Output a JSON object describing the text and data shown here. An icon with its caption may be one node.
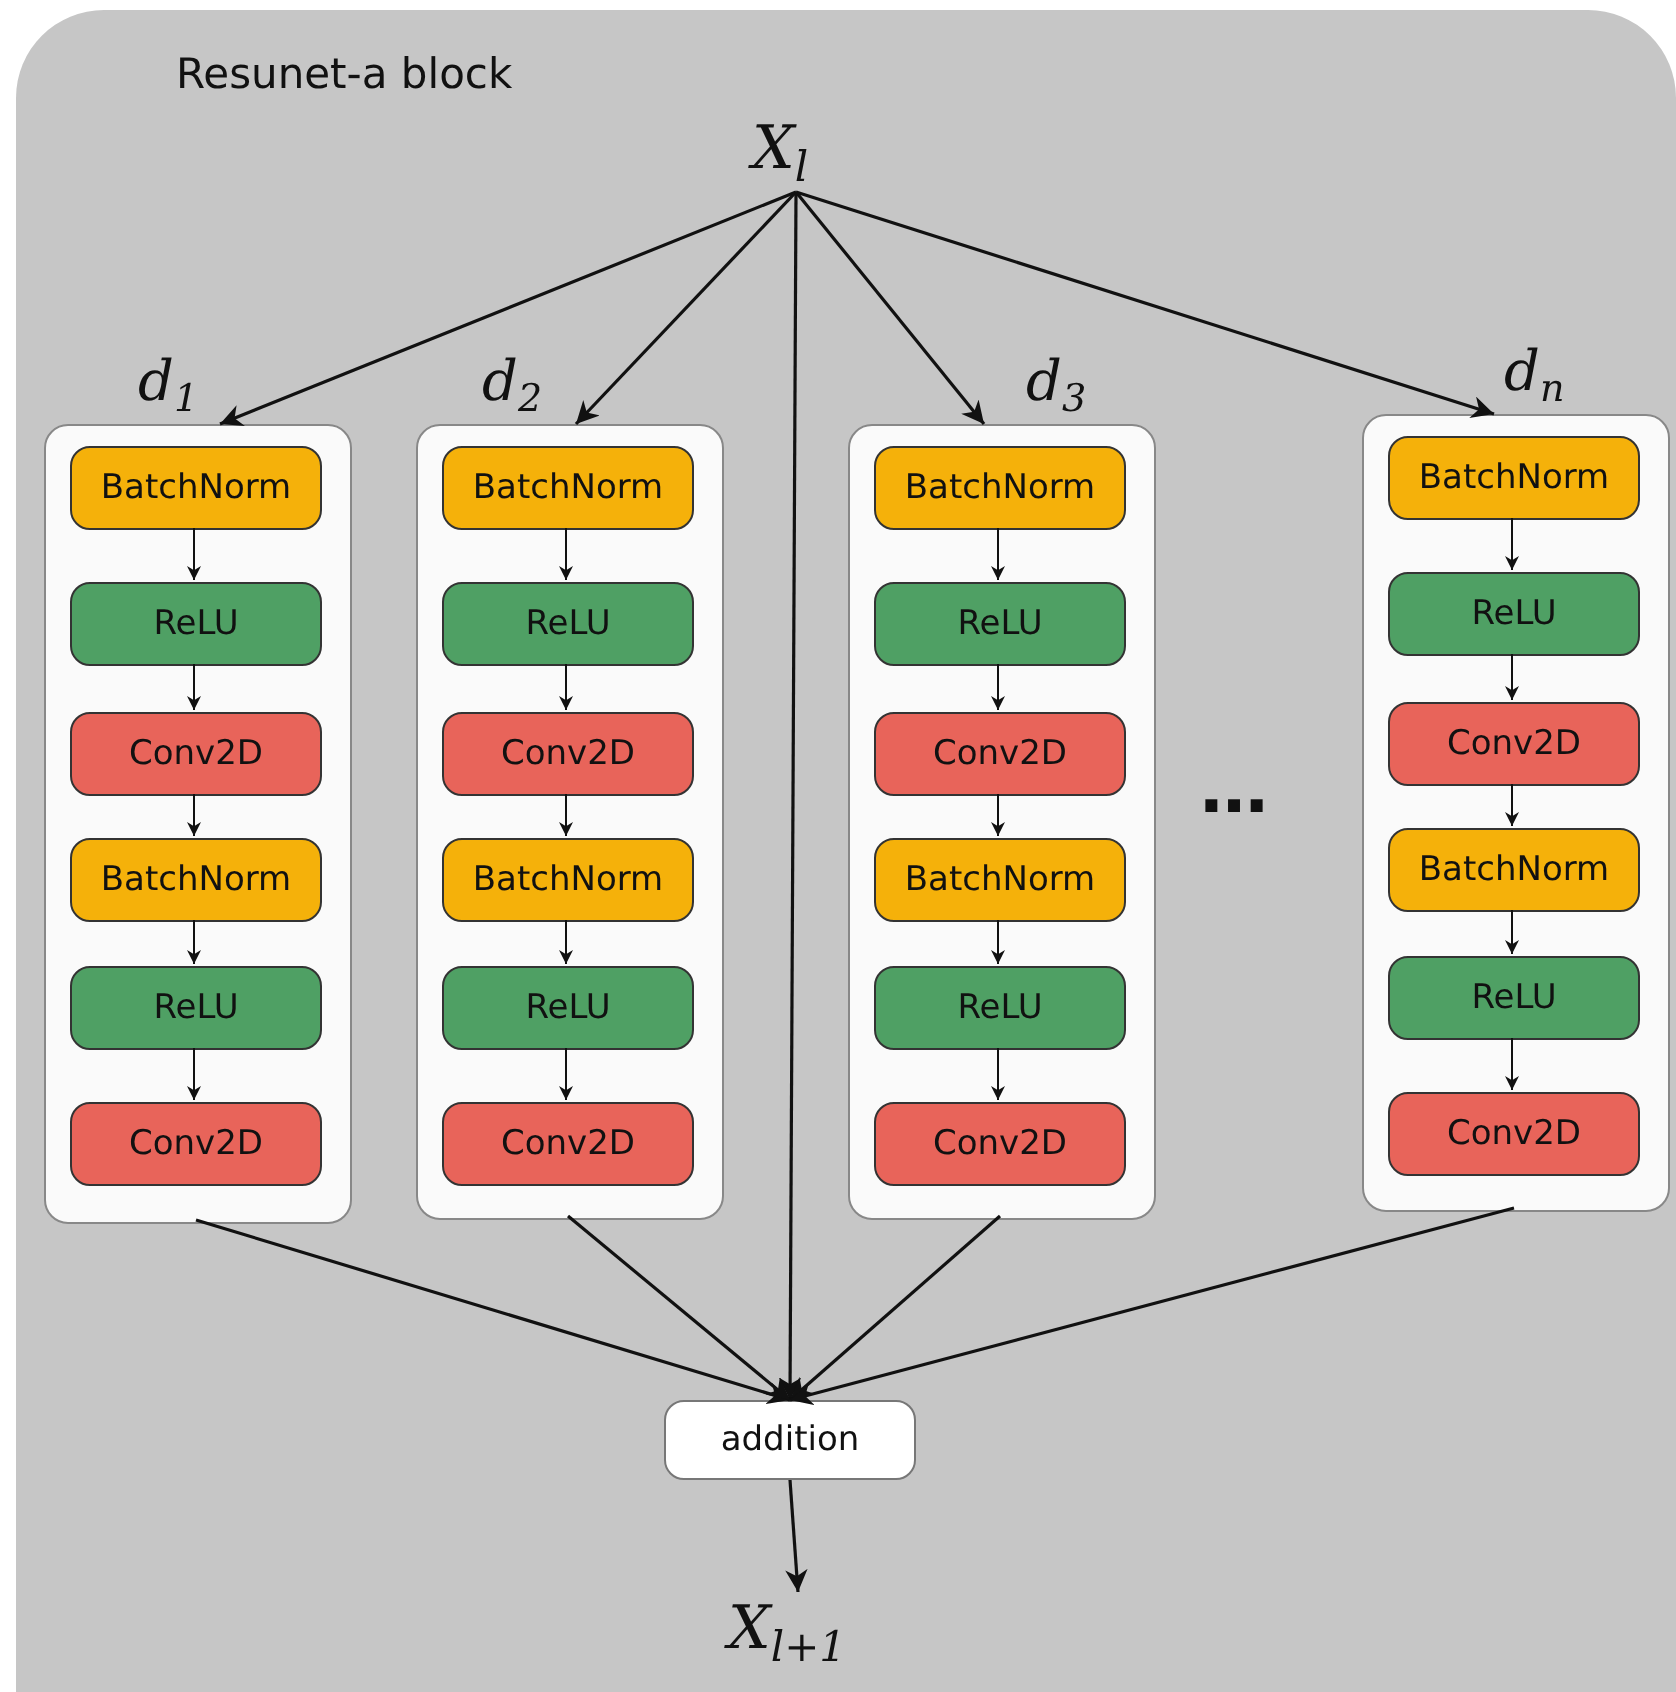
{
  "diagram": {
    "nodes": [
      {
        "text": [
          "Resunet-a block"
        ]
      },
      {
        "text": [
          "X$_{l}$"
        ],
        "in": 0
      },
      {
        "text": [
          "d$_{1}$"
        ],
        "in": 0
      },
      {
        "text": [
          "BatchNorm"
        ],
        "in": 2
      },
      {
        "text": [
          "ReLU"
        ],
        "in": 2
      },
      {
        "text": [
          "Conv2D"
        ],
        "in": 2
      },
      {
        "text": [
          "BatchNorm"
        ],
        "in": 2
      },
      {
        "text": [
          "ReLU"
        ],
        "in": 2
      },
      {
        "text": [
          "Conv2D"
        ],
        "in": 2
      },
      {
        "text": [
          "d$_{2}$"
        ],
        "in": 0
      },
      {
        "text": [
          "BatchNorm"
        ],
        "in": 9
      },
      {
        "text": [
          "ReLU"
        ],
        "in": 9
      },
      {
        "text": [
          "Conv2D"
        ],
        "in": 9
      },
      {
        "text": [
          "BatchNorm"
        ],
        "in": 9
      },
      {
        "text": [
          "ReLU"
        ],
        "in": 9
      },
      {
        "text": [
          "Conv2D"
        ],
        "in": 9
      },
      {
        "text": [
          "d$_{3}$"
        ],
        "in": 0
      },
      {
        "text": [
          "BatchNorm"
        ],
        "in": 16
      },
      {
        "text": [
          "ReLU"
        ],
        "in": 16
      },
      {
        "text": [
          "Conv2D"
        ],
        "in": 16
      },
      {
        "text": [
          "BatchNorm"
        ],
        "in": 16
      },
      {
        "text": [
          "ReLU"
        ],
        "in": 16
      },
      {
        "text": [
          "Conv2D"
        ],
        "in": 16
      },
      {
        "text": [
          "d$_{n}$"
        ],
        "in": 0
      },
      {
        "text": [
          "BatchNorm"
        ],
        "in": 23
      },
      {
        "text": [
          "ReLU"
        ],
        "in": 23
      },
      {
        "text": [
          "Conv2D"
        ],
        "in": 23
      },
      {
        "text": [
          "BatchNorm"
        ],
        "in": 23
      },
      {
        "text": [
          "ReLU"
        ],
        "in": 23
      },
      {
        "text": [
          "Conv2D"
        ],
        "in": 23
      },
      {
        "text": [
          "addition"
        ],
        "in": 0
      },
      {
        "text": [
          "X$_{l+1}$"
        ],
        "in": 0
      }
    ],
    "edges": [
      {
        "from": 1,
        "to": 2,
        "arrow": "to"
      },
      {
        "from": 1,
        "to": 9,
        "arrow": "to"
      },
      {
        "from": 1,
        "to": 30,
        "arrow": "to"
      },
      {
        "from": 1,
        "to": 16,
        "arrow": "to"
      },
      {
        "from": 1,
        "to": 23,
        "arrow": "to"
      },
      {
        "from": 3,
        "to": 4,
        "arrow": "to"
      },
      {
        "from": 4,
        "to": 5,
        "arrow": "to"
      },
      {
        "from": 5,
        "to": 6,
        "arrow": "to"
      },
      {
        "from": 6,
        "to": 7,
        "arrow": "to"
      },
      {
        "from": 7,
        "to": 8,
        "arrow": "to"
      },
      {
        "from": 10,
        "to": 11,
        "arrow": "to"
      },
      {
        "from": 11,
        "to": 12,
        "arrow": "to"
      },
      {
        "from": 12,
        "to": 13,
        "arrow": "to"
      },
      {
        "from": 13,
        "to": 14,
        "arrow": "to"
      },
      {
        "from": 14,
        "to": 15,
        "arrow": "to"
      },
      {
        "from": 17,
        "to": 18,
        "arrow": "to"
      },
      {
        "from": 18,
        "to": 19,
        "arrow": "to"
      },
      {
        "from": 19,
        "to": 20,
        "arrow": "to"
      },
      {
        "from": 20,
        "to": 21,
        "arrow": "to"
      },
      {
        "from": 21,
        "to": 22,
        "arrow": "to"
      },
      {
        "from": 24,
        "to": 25,
        "arrow": "to"
      },
      {
        "from": 25,
        "to": 26,
        "arrow": "to"
      },
      {
        "from": 26,
        "to": 27,
        "arrow": "to"
      },
      {
        "from": 27,
        "to": 28,
        "arrow": "to"
      },
      {
        "from": 28,
        "to": 29,
        "arrow": "to"
      },
      {
        "from": 2,
        "to": 30,
        "arrow": "to"
      },
      {
        "from": 9,
        "to": 30,
        "arrow": "to"
      },
      {
        "from": 16,
        "to": 30,
        "arrow": "to"
      },
      {
        "from": 23,
        "to": 30,
        "arrow": "to"
      },
      {
        "from": 30,
        "to": 31,
        "arrow": "to"
      }
    ],
    "labels": [
      "…"
    ]
  }
}
